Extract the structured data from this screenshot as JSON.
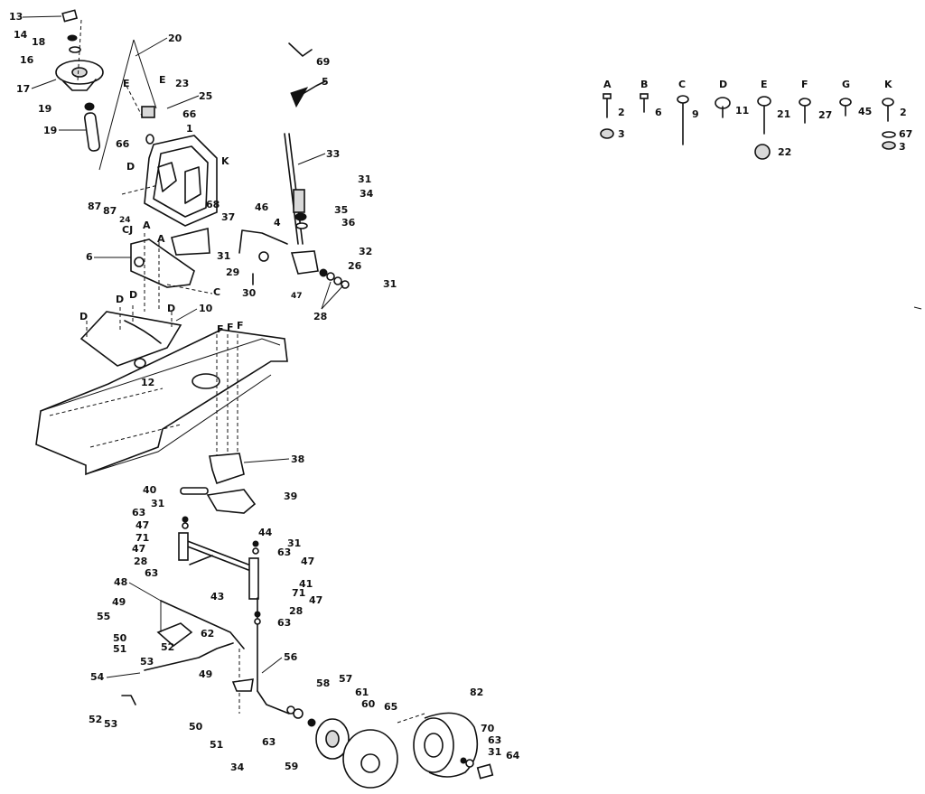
{
  "callouts": {
    "13": "13",
    "14": "14",
    "18": "18",
    "16": "16",
    "17": "17",
    "19": "19",
    "20": "20",
    "23": "23",
    "25": "25",
    "66": "66",
    "1": "1",
    "K": "K",
    "87": "87",
    "24": "24",
    "68": "68",
    "6": "6",
    "10": "10",
    "12": "12",
    "69": "69",
    "5": "5",
    "33": "33",
    "31": "31",
    "34": "34",
    "46": "46",
    "35": "35",
    "36": "36",
    "37": "37",
    "4": "4",
    "32": "32",
    "29": "29",
    "26": "26",
    "30": "30",
    "47": "47",
    "28": "28",
    "38": "38",
    "40": "40",
    "39": "39",
    "63": "63",
    "44": "44",
    "71": "71",
    "43": "43",
    "41": "41",
    "48": "48",
    "49": "49",
    "55": "55",
    "62": "62",
    "50": "50",
    "51": "51",
    "52": "52",
    "53": "53",
    "54": "54",
    "56": "56",
    "57": "57",
    "58": "58",
    "61": "61",
    "60": "60",
    "65": "65",
    "82": "82",
    "70": "70",
    "64": "64",
    "59": "59",
    "A": "A",
    "C": "C",
    "D": "D",
    "E": "E",
    "F": "F",
    "G": "G",
    "CJ": "CJ",
    "footer_34": "34"
  },
  "hardware_legend": [
    {
      "letter": "A",
      "part": "2",
      "extra": "3"
    },
    {
      "letter": "B",
      "part": "6"
    },
    {
      "letter": "C",
      "part": "9"
    },
    {
      "letter": "D",
      "part": "11"
    },
    {
      "letter": "E",
      "part": "21",
      "extra": "22"
    },
    {
      "letter": "F",
      "part": "27"
    },
    {
      "letter": "G",
      "part": "45"
    },
    {
      "letter": "K",
      "part": "2",
      "extra": "67",
      "extra2": "3"
    }
  ]
}
